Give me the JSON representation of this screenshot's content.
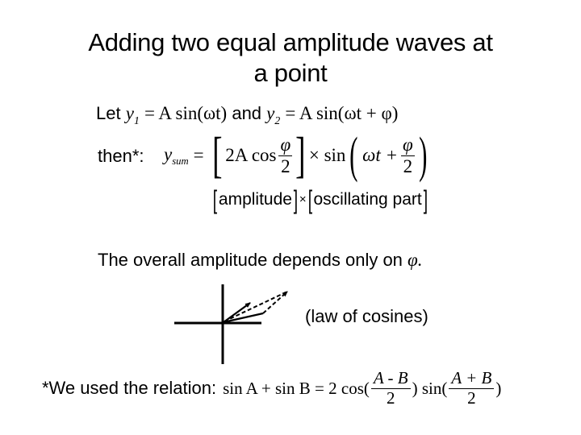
{
  "slide": {
    "title_line1": "Adding two equal amplitude waves at",
    "title_line2": "a point",
    "let_line": {
      "let": "Let",
      "y1": "y",
      "y1_sub": "1",
      "eq1": "= A sin(ωt)",
      "and": "and",
      "y2": "y",
      "y2_sub": "2",
      "eq2": "= A sin(ωt + φ)"
    },
    "then_line": {
      "then": "then*:",
      "ysum": "y",
      "ysum_sub": "sum",
      "equals": "=",
      "amp_left": "2A cos",
      "amp_num": "φ",
      "amp_den": "2",
      "times": "× sin",
      "osc_left": "ωt +",
      "osc_num": "φ",
      "osc_den": "2"
    },
    "bracket_line": {
      "amplitude": "amplitude",
      "times": "×",
      "oscillating": "oscillating part"
    },
    "depends_text": "The overall amplitude depends only on",
    "depends_symbol": "φ.",
    "law_of_cosines": "(law of cosines)",
    "relation": {
      "label": "*We used the relation:",
      "lhs": "sin A + sin B = 2 cos(",
      "num1": "A - B",
      "den1": "2",
      "mid": ") sin(",
      "num2": "A + B",
      "den2": "2",
      "end": ")"
    }
  }
}
